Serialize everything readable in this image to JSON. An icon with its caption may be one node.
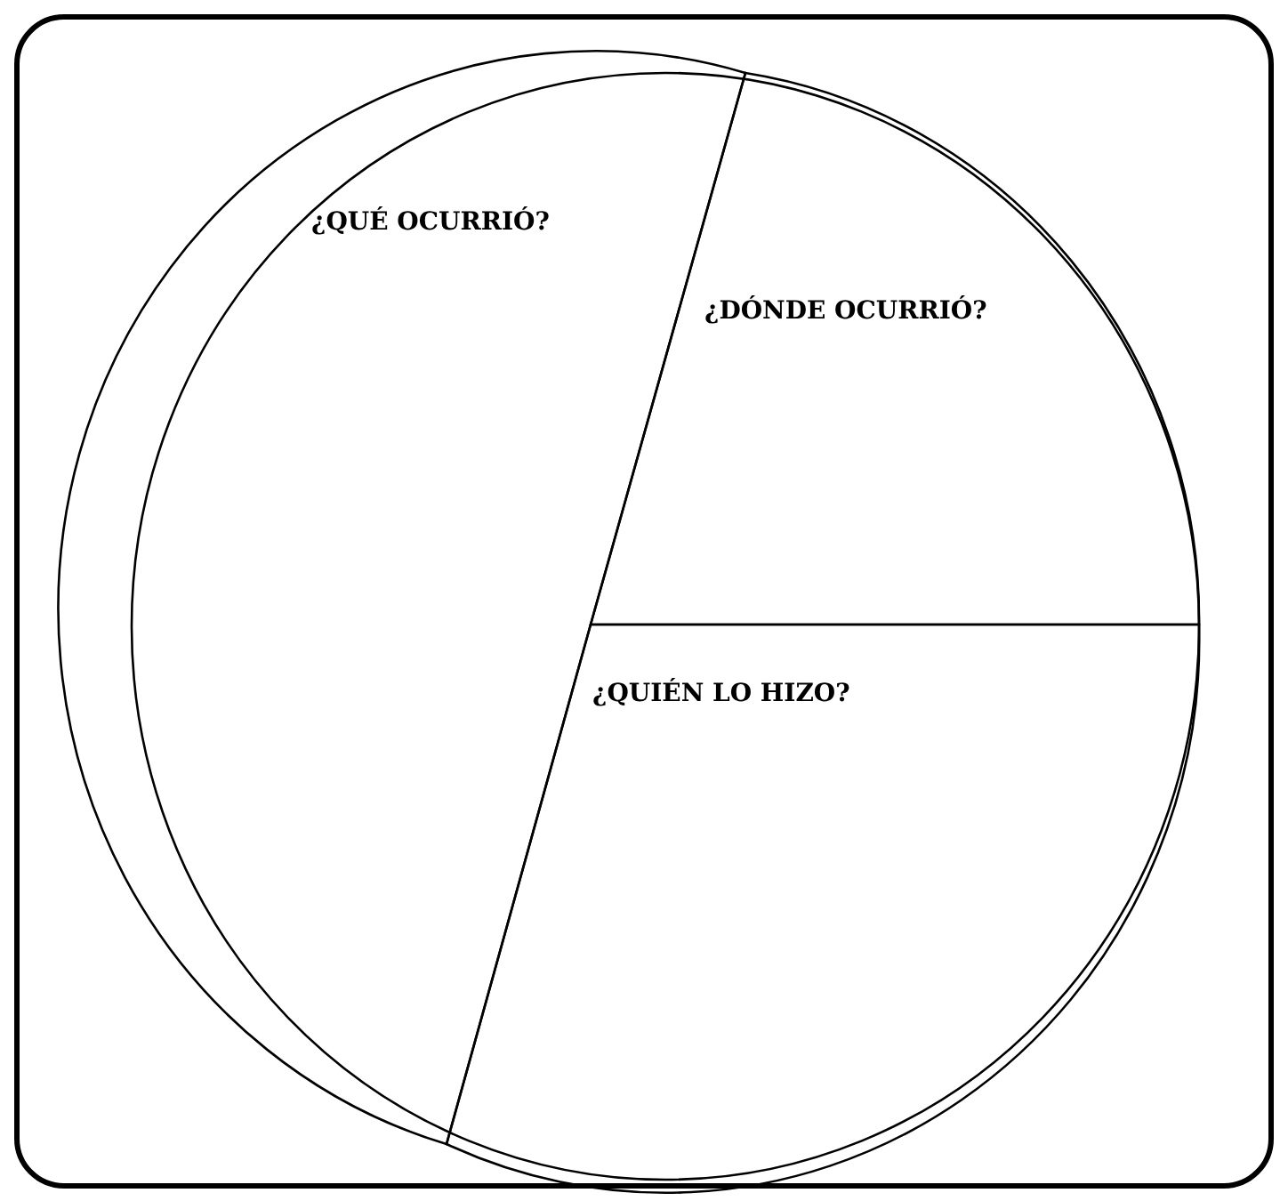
{
  "diagram": {
    "nodes": [
      {
        "text": [],
        "shape": "box"
      },
      {
        "text": [],
        "shape": "circle",
        "in": 0
      },
      {
        "text": [
          "¿QUÉ OCURRIÓ?"
        ],
        "in": 1
      },
      {
        "text": [
          "¿DÓNDE OCURRIÓ?"
        ],
        "in": 1
      },
      {
        "text": [
          "¿QUIÉN LO HIZO?"
        ],
        "in": 1
      }
    ]
  }
}
